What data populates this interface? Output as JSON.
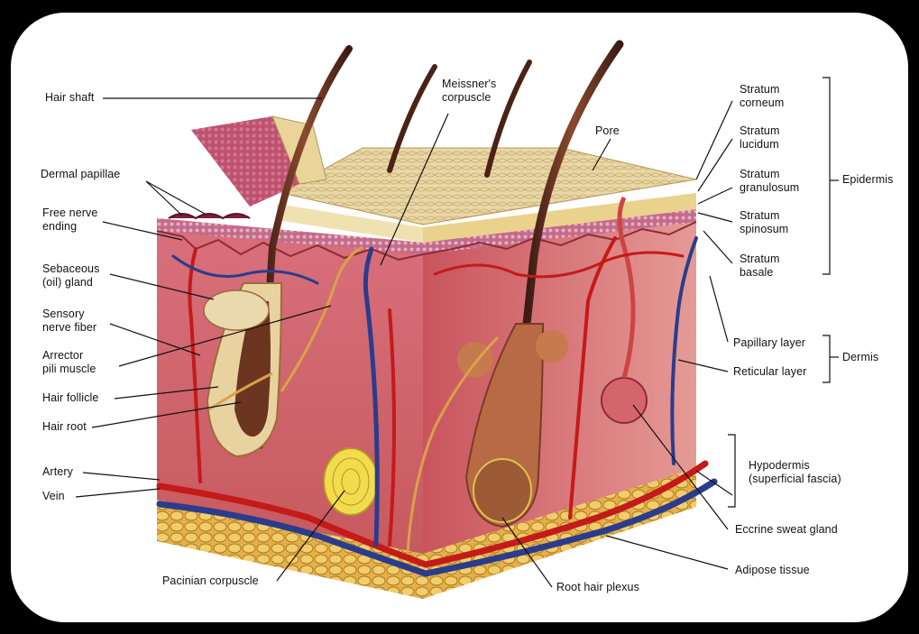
{
  "diagram": {
    "labels_left": {
      "hair_shaft": "Hair shaft",
      "dermal_papillae": "Dermal papillae",
      "free_nerve_ending": "Free nerve\nending",
      "sebaceous_gland": "Sebaceous\n(oil) gland",
      "sensory_nerve_fiber": "Sensory\nnerve fiber",
      "arrector_pili": "Arrector\npili muscle",
      "hair_follicle": "Hair follicle",
      "hair_root": "Hair root",
      "artery": "Artery",
      "vein": "Vein"
    },
    "labels_top": {
      "meissners_corpuscle": "Meissner's\ncorpuscle",
      "pore": "Pore"
    },
    "labels_right": {
      "stratum_corneum": "Stratum\ncorneum",
      "stratum_lucidum": "Stratum\nlucidum",
      "stratum_granulosum": "Stratum\ngranulosum",
      "stratum_spinosum": "Stratum\nspinosum",
      "stratum_basale": "Stratum\nbasale",
      "papillary_layer": "Papillary layer",
      "reticular_layer": "Reticular layer",
      "hypodermis": "Hypodermis\n(superficial fascia)",
      "eccrine_sweat_gland": "Eccrine sweat gland",
      "adipose_tissue": "Adipose tissue"
    },
    "labels_bottom": {
      "pacinian_corpuscle": "Pacinian corpuscle",
      "root_hair_plexus": "Root hair plexus"
    },
    "groups": {
      "epidermis": "Epidermis",
      "dermis": "Dermis"
    }
  }
}
